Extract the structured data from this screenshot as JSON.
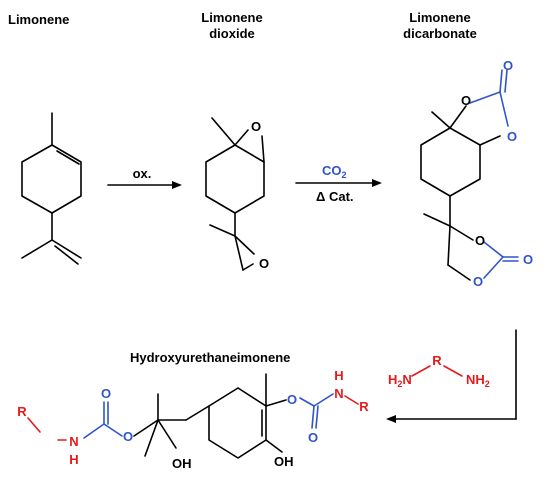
{
  "labels": {
    "limonene": "Limonene",
    "dioxide_1": "Limonene",
    "dioxide_2": "dioxide",
    "dicarbonate_1": "Limonene",
    "dicarbonate_2": "dicarbonate",
    "product": "Hydroxyurethaneimonene"
  },
  "arrows": {
    "step1": "ox.",
    "step2_reagent": "CO",
    "step2_reagent_sub": "2",
    "step2_cond": "Δ Cat."
  },
  "atoms": {
    "O": "O",
    "OH": "OH",
    "H": "H",
    "N": "N",
    "R": "R",
    "H2N": "H",
    "H2N_sub": "2",
    "H2N_N": "N",
    "NH2": "NH",
    "NH2_sub": "2"
  },
  "colors": {
    "bond": "#000000",
    "carbonyl": "#2f55c8",
    "amine": "#e31b1b",
    "oxygen": "#2f55c8",
    "nitrogen": "#e31b1b"
  }
}
